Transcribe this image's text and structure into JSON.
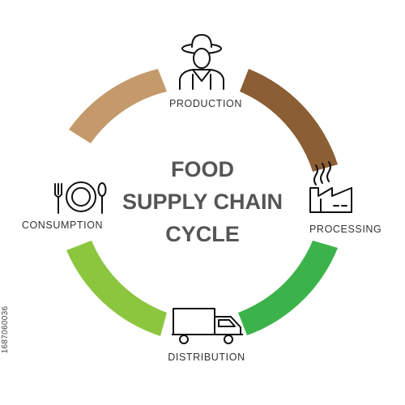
{
  "title": {
    "line1": "FOOD",
    "line2": "SUPPLY CHAIN",
    "line3": "CYCLE"
  },
  "stages": [
    {
      "label": "PRODUCTION",
      "icon": "farmer-icon"
    },
    {
      "label": "PROCESSING",
      "icon": "factory-icon"
    },
    {
      "label": "DISTRIBUTION",
      "icon": "truck-icon"
    },
    {
      "label": "CONSUMPTION",
      "icon": "plate-cutlery-icon"
    }
  ],
  "arc_colors": {
    "top_left": "#c49a6c",
    "top_right": "#8b5e34",
    "bottom_right": "#3cb34a",
    "bottom_left": "#8cc63f"
  },
  "side_code": "1687060036"
}
